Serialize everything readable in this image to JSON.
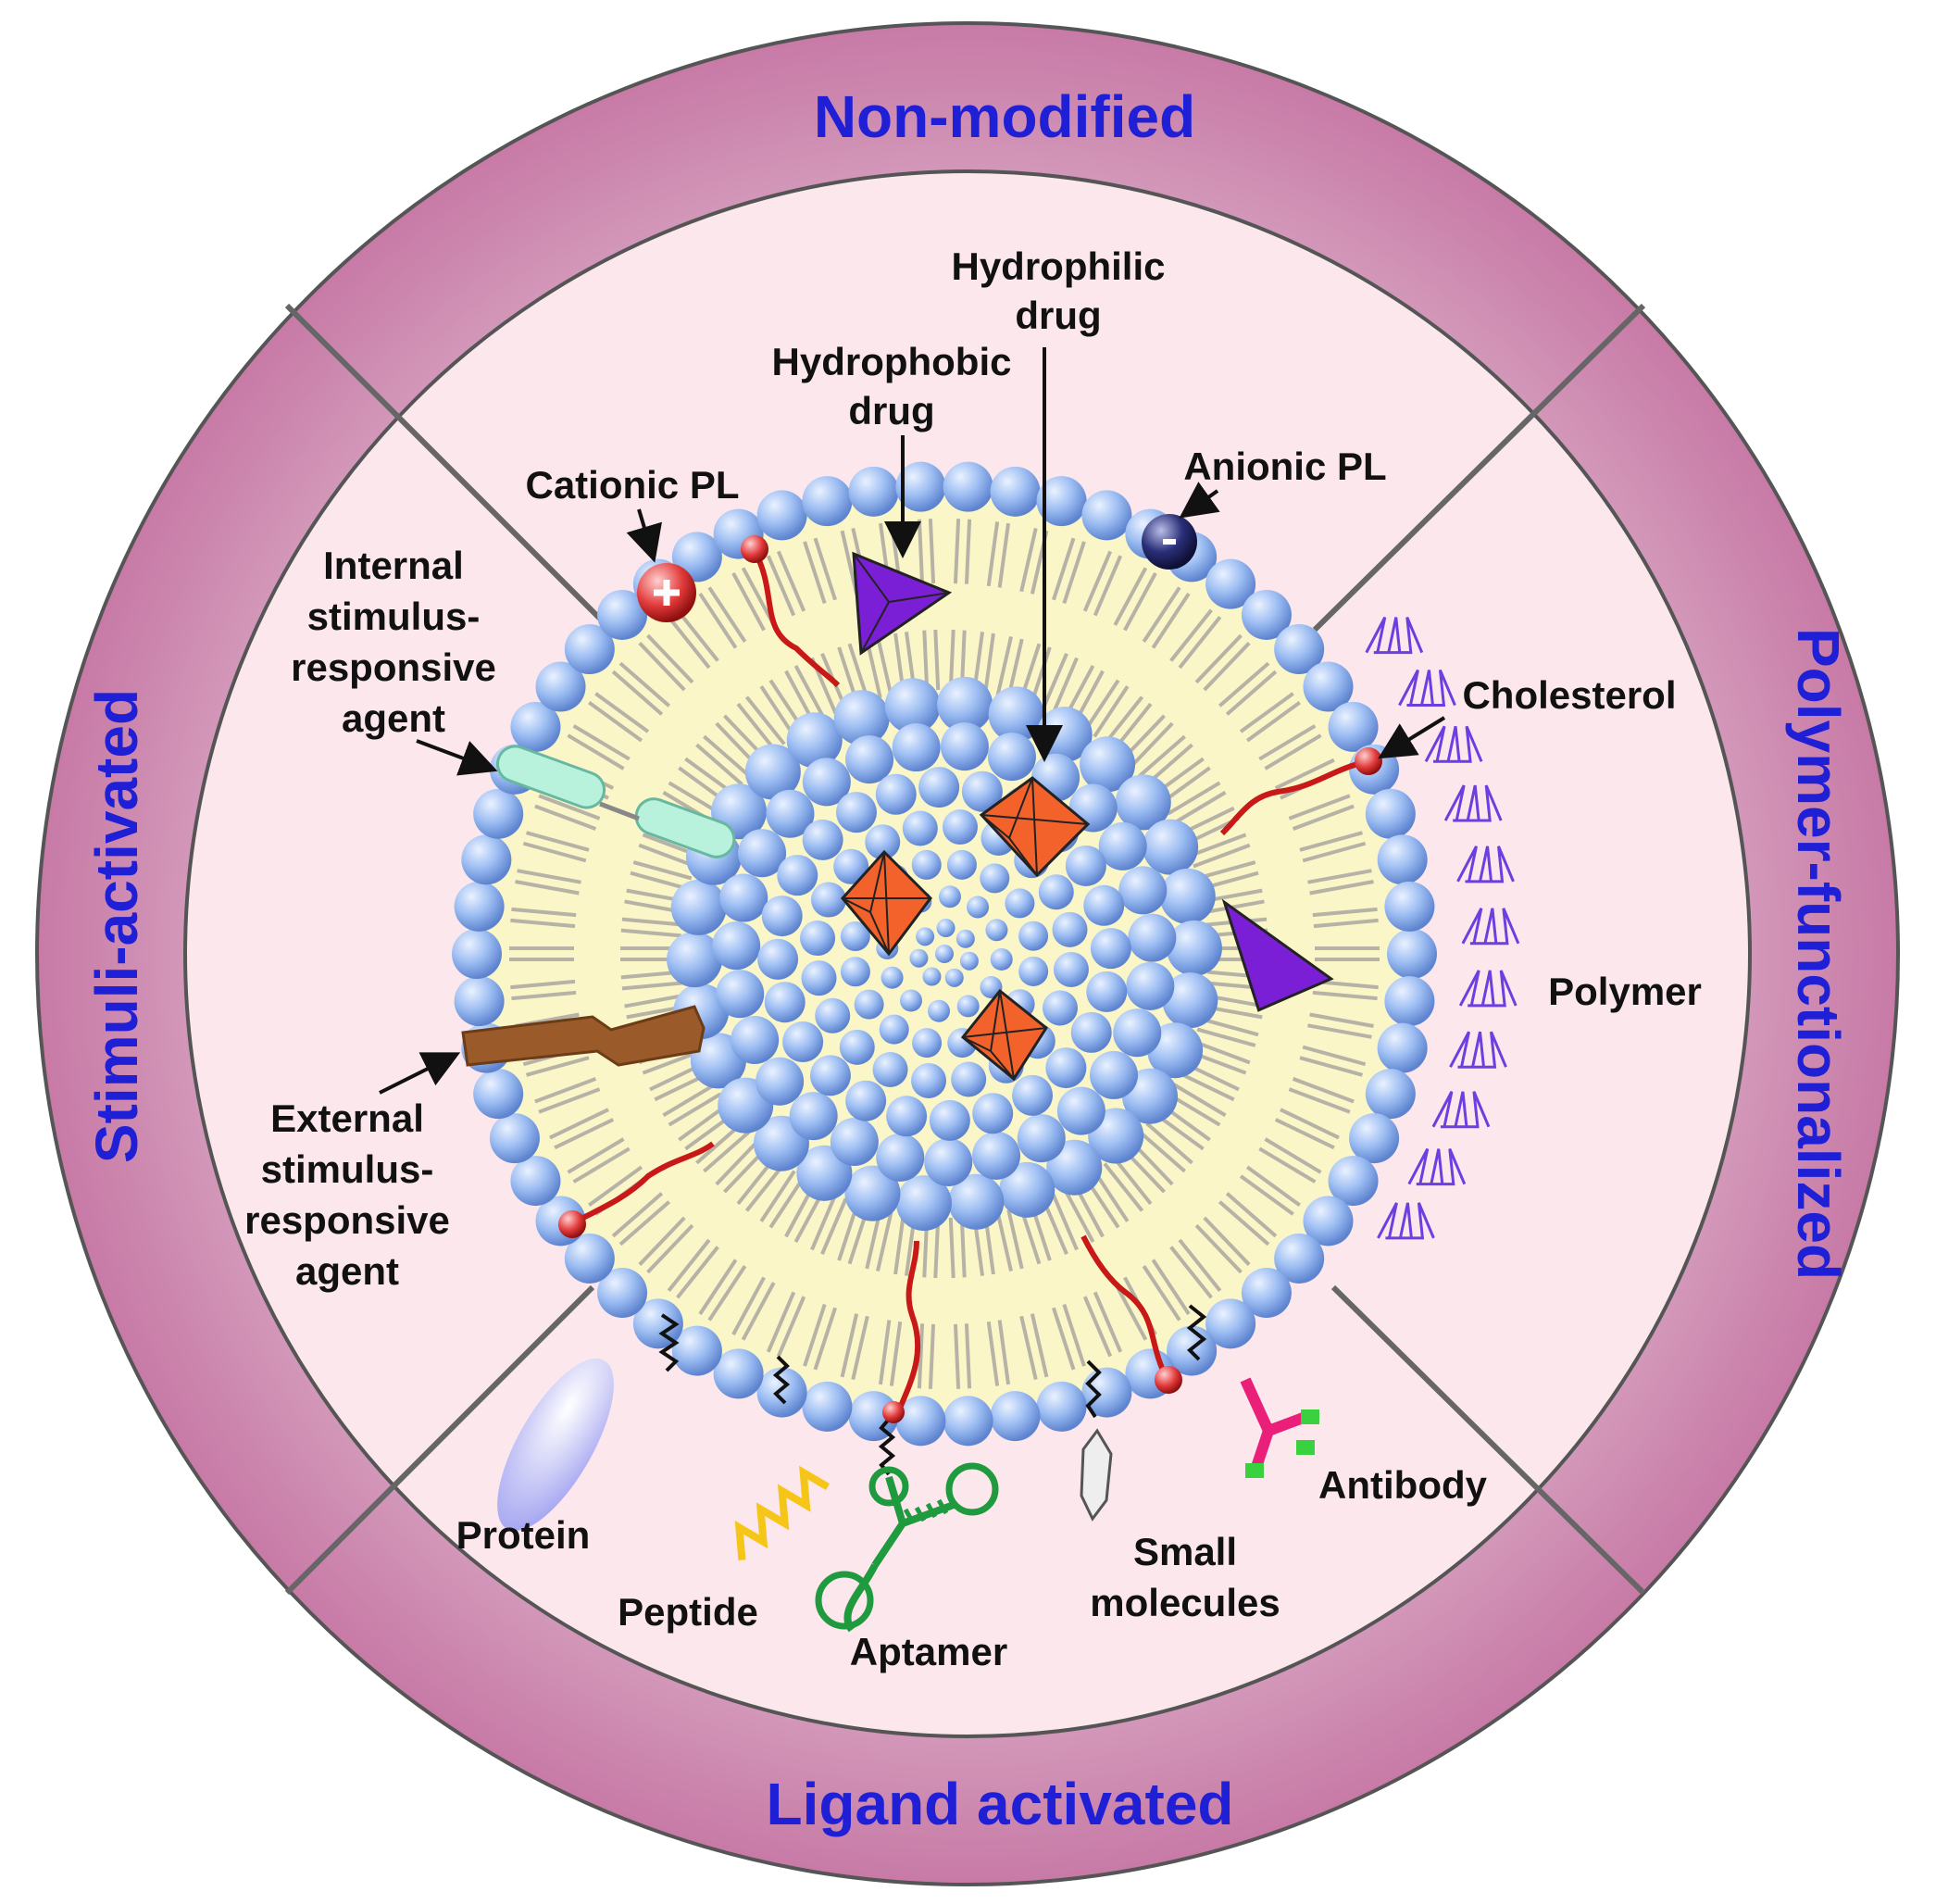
{
  "sections": {
    "top": "Non-modified",
    "right": "Polymer-functionalized",
    "bottom": "Ligand activated",
    "left": "Stimuli-activated"
  },
  "labels": {
    "hydrophilic_drug": [
      "Hydrophilic",
      "drug"
    ],
    "hydrophobic_drug": [
      "Hydrophobic",
      "drug"
    ],
    "cationic_pl": "Cationic PL",
    "anionic_pl": "Anionic PL",
    "internal_agent": [
      "Internal",
      "stimulus-",
      "responsive",
      "agent"
    ],
    "external_agent": [
      "External",
      "stimulus-",
      "responsive",
      "agent"
    ],
    "cholesterol": "Cholesterol",
    "polymer": "Polymer",
    "protein": "Protein",
    "peptide": "Peptide",
    "aptamer": "Aptamer",
    "small_molecules": [
      "Small",
      "molecules"
    ],
    "antibody": "Antibody"
  },
  "colors": {
    "outer_ring": "#d99fbf",
    "inner_disk": "#fbe7ec",
    "section_text": "#1f1fd6",
    "lipid_head": "#9bbcf2",
    "bilayer_fill": "#faf6c8",
    "drug_hydrophilic": "#f2622a",
    "drug_hydrophobic": "#7a1fd6",
    "cholesterol_tail": "#d21a1a",
    "polymer": "#6b3fe0"
  }
}
